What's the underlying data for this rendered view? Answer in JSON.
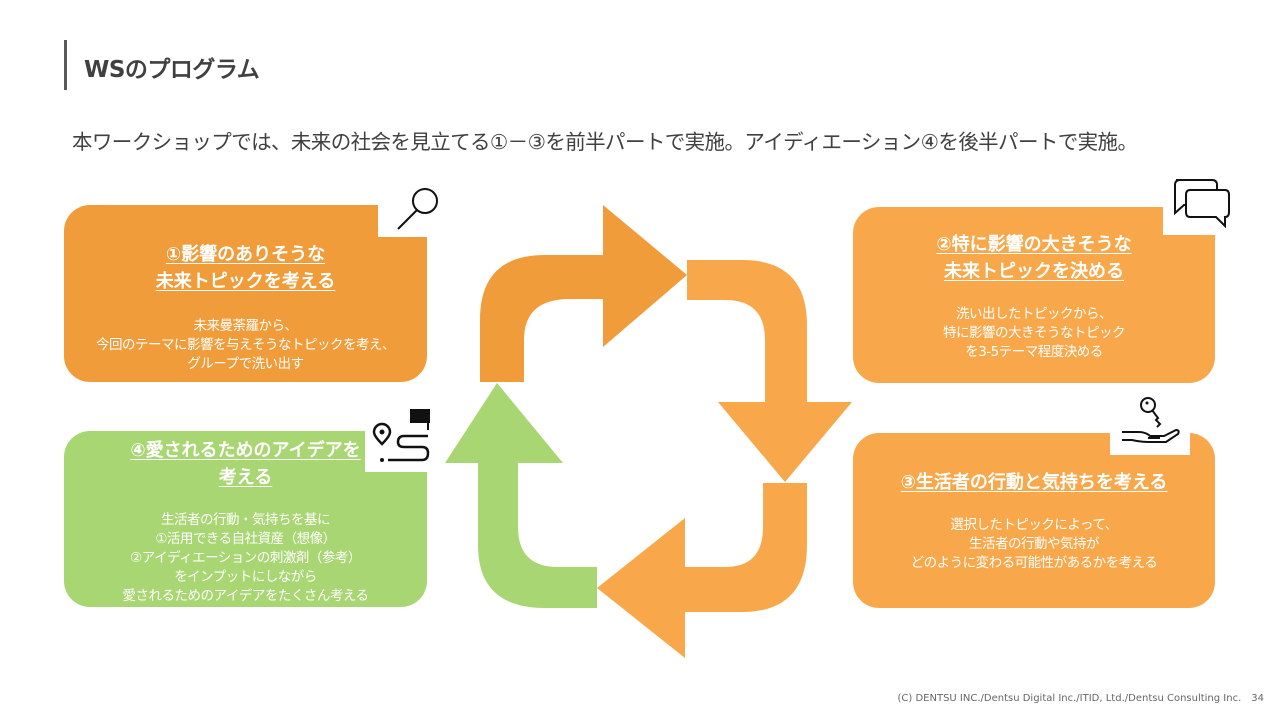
{
  "header": {
    "title": "WSのプログラム",
    "subtitle": "本ワークショップでは、未来の社会を見立てる①－③を前半パートで実施。アイディエーション④を後半パートで実施。"
  },
  "steps": [
    {
      "number": "①",
      "title_line1": "影響のありそうな",
      "title_line2": "未来トピックを考える",
      "body": "未来曼荼羅から、\n今回のテーマに影響を与えそうなトピックを考え、\nグループで洗い出す",
      "icon": "magnifier-icon",
      "color": "#F09C3A"
    },
    {
      "number": "②",
      "title_line1": "特に影響の大きそうな",
      "title_line2": "未来トピックを決める",
      "body": "洗い出したトピックから、\n特に影響の大きそうなトピック\nを3-5テーマ程度決める",
      "icon": "chat-bubbles-icon",
      "color": "#F8A84B"
    },
    {
      "number": "③",
      "title_line1": "生活者の行動と気持ちを考える",
      "title_line2": "",
      "body": "選択したトピックによって、\n生活者の行動や気持が\nどのように変わる可能性があるかを考える",
      "icon": "key-in-hand-icon",
      "color": "#F8A84B"
    },
    {
      "number": "④",
      "title_line1": "愛されるためのアイデアを",
      "title_line2": "考える",
      "body": "生活者の行動・気持ちを基に\n①活用できる自社資産（想像）\n②アイディエーションの刺激剤（参考）\nをインプットにしながら\n愛されるためのアイデアをたくさん考える",
      "icon": "route-flag-icon",
      "color": "#A8D672"
    }
  ],
  "cycle_colors": {
    "arrow1": "#F09C3A",
    "arrow2": "#F8A84B",
    "arrow3": "#F8A84B",
    "arrow4": "#A8D672"
  },
  "footer": {
    "copyright": "(C) DENTSU INC./Dentsu Digital Inc./ITID, Ltd./Dentsu Consulting Inc.",
    "page_number": "34"
  }
}
